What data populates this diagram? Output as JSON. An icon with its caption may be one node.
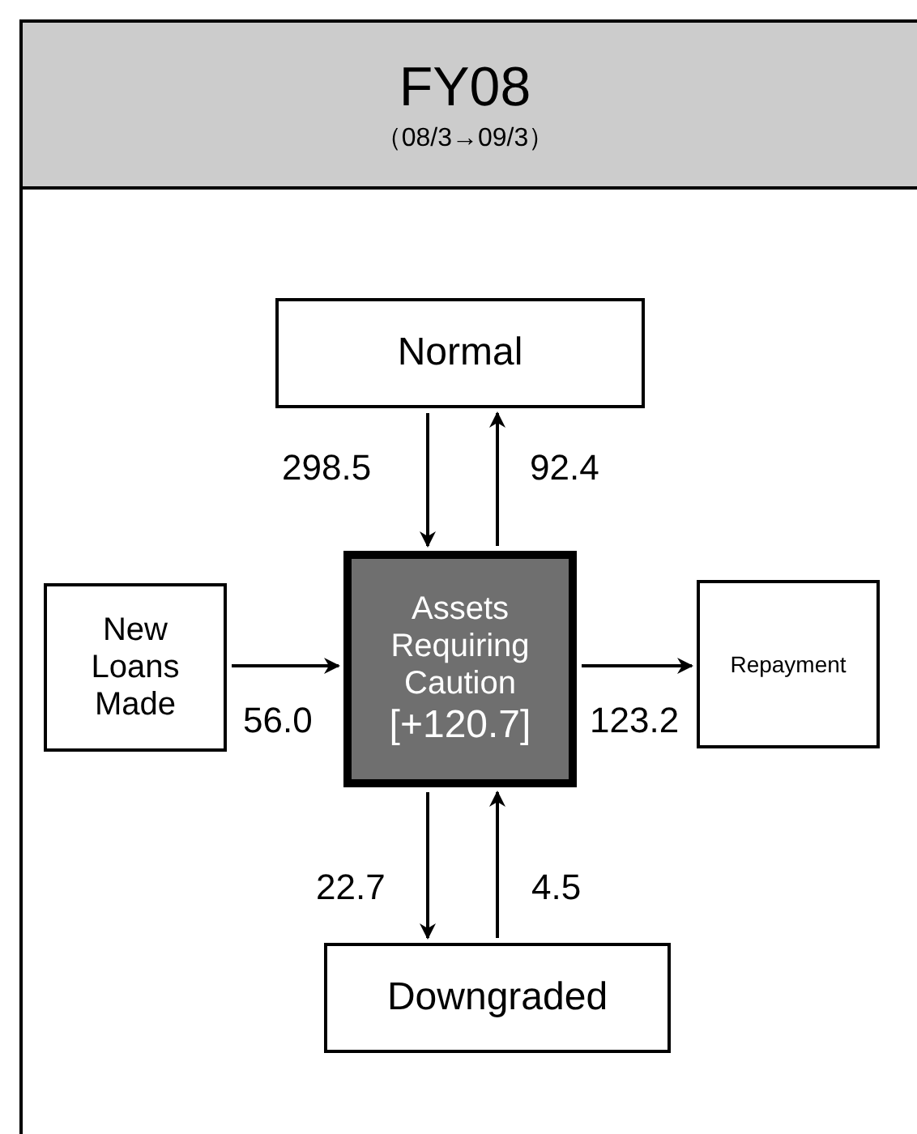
{
  "diagram": {
    "nodes": [
      {
        "text": [
          "FY08",
          "（08/3→09/3）"
        ]
      },
      {
        "text": [
          "Normal"
        ],
        "in": 0
      },
      {
        "text": [
          "New Loans Made"
        ],
        "in": 0
      },
      {
        "text": [
          "Assets Requiring Caution",
          "[+120.7]"
        ],
        "in": 0
      },
      {
        "text": [
          "Repayment"
        ],
        "in": 0
      },
      {
        "text": [
          "Downgraded"
        ],
        "in": 0
      }
    ],
    "edges": [
      {
        "from": 1,
        "to": 3,
        "arrow": "to",
        "label": "298.5"
      },
      {
        "from": 3,
        "to": 1,
        "arrow": "to",
        "label": "92.4"
      },
      {
        "from": 2,
        "to": 3,
        "arrow": "to",
        "label": "56.0"
      },
      {
        "from": 3,
        "to": 4,
        "arrow": "to",
        "label": "123.2"
      },
      {
        "from": 3,
        "to": 5,
        "arrow": "to",
        "label": "22.7"
      },
      {
        "from": 5,
        "to": 3,
        "arrow": "to",
        "label": "4.5"
      }
    ]
  }
}
